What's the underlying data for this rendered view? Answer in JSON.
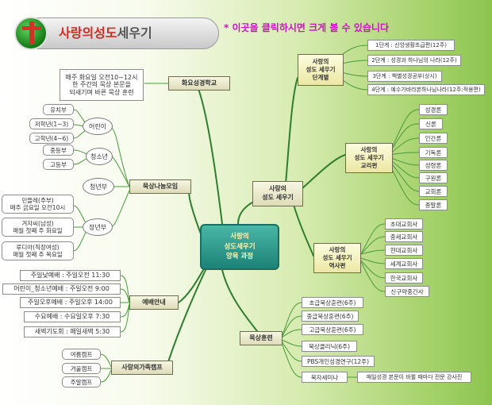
{
  "title": {
    "part1": "사랑의성도",
    "part2": "세우기"
  },
  "notice": "* 이곳을 클릭하시면 크게 볼 수 있습니다",
  "center": {
    "line1": "사랑의",
    "line2": "성도세우기",
    "line3": "양육 과정"
  },
  "colors": {
    "line": "#2f7d2f",
    "accent": "#d42c25",
    "notice": "#d011c7",
    "center": "#1d8277"
  },
  "left": {
    "hwayo": {
      "title": "화요성경학교",
      "desc": [
        "매주 화요일 오전10~12시",
        "한 주간의 묵상 본문을",
        "되새기며 바른 묵상 훈련"
      ]
    },
    "moksang_group": {
      "title": "묵상나눔모임",
      "eorini": {
        "label": "어린이",
        "items": [
          "유치부",
          "저학년(1~3)",
          "고학년(4~6)"
        ]
      },
      "cheongsonyeon": {
        "label": "청소년",
        "items": [
          "중등부",
          "고등부"
        ]
      },
      "cheongnyeon": {
        "label": "청년부"
      },
      "jangnyeon": {
        "label": "장년부",
        "items": [
          [
            "민들레(주부)",
            "매주 금요일 오전10시"
          ],
          [
            "겨자씨(남성)",
            "매월 첫째 주 화요일"
          ],
          [
            "루디아(직장여성)",
            "매월 첫째 주 목요일"
          ]
        ]
      }
    },
    "worship": {
      "title": "예배안내",
      "items": [
        "주일낮예배 : 주일오전 11:30",
        "어린이_청소년예배 : 주일오전 9:00",
        "주일오후예배 : 주일오후 14:00",
        "수요예배 : 수요일오후 7:30",
        "새벽기도회 : 매일새벽 5:30"
      ]
    },
    "camp": {
      "title": "사랑의가족캠프",
      "items": [
        "여름캠프",
        "겨울캠프",
        "주말캠프"
      ]
    }
  },
  "right": {
    "stage": {
      "title": [
        "사랑의",
        "성도 세우기",
        "단계별"
      ],
      "items": [
        "1단계 : 신앙생활초급편(12주)",
        "2단계 : 성경과 하나님의 나라(12주)",
        "3단계 : 책별성경공부(상시)",
        "4단계 : 예수가바라본하나님나라(12주:적용편)"
      ]
    },
    "doctrine": {
      "title": [
        "사랑의",
        "성도 세우기",
        "교리편"
      ],
      "items": [
        "성경론",
        "신론",
        "인간론",
        "기독론",
        "성령론",
        "구원론",
        "교회론",
        "종말론"
      ]
    },
    "history": {
      "title": [
        "사랑의",
        "성도 세우기",
        "역사편"
      ],
      "items": [
        "초대교회사",
        "중세교회사",
        "현대교회사",
        "세계교회사",
        "한국교회사",
        "신구약중간사"
      ]
    },
    "main": {
      "title": [
        "사랑의",
        "성도 세우기"
      ]
    },
    "moksang_train": {
      "title": "묵상훈련",
      "items": [
        "초급묵상훈련(6주)",
        "중급묵상훈련(6주)",
        "고급묵상훈련(6주)",
        "묵상클리닉(6주)",
        "PBS개인성경연구(12주)",
        "묵자세미나"
      ],
      "note": "매일성경 본문이 바뀔 때마다 전문 강사진"
    }
  }
}
